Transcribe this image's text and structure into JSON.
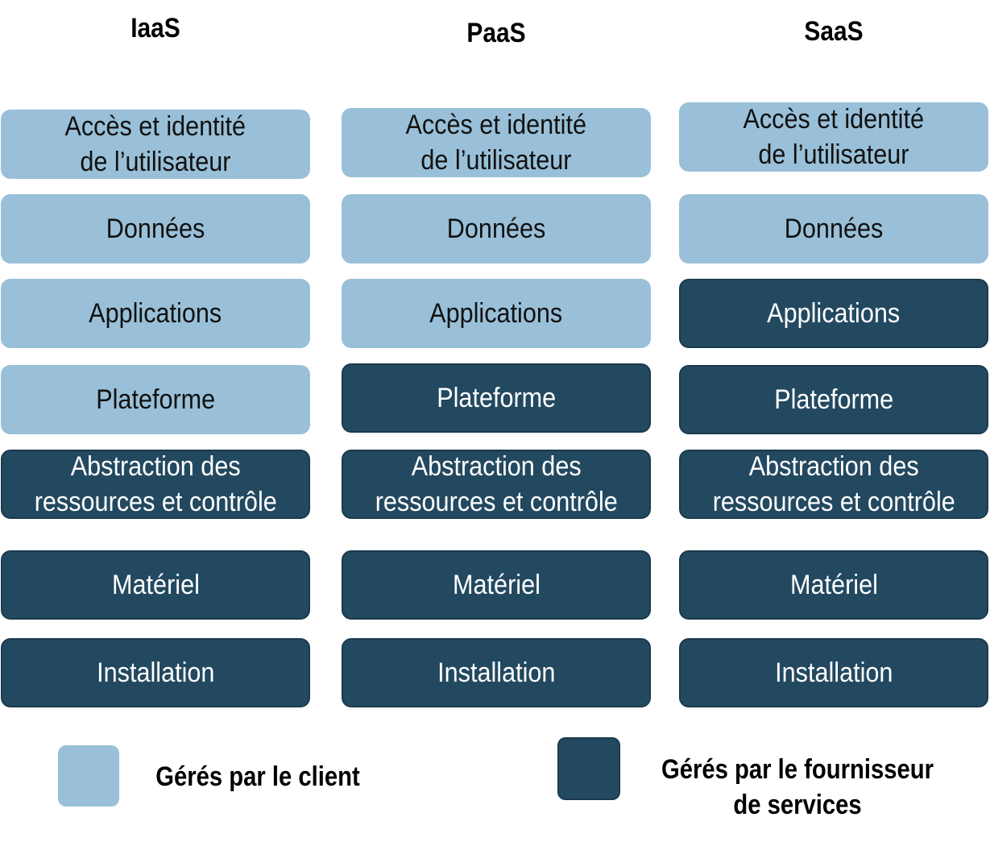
{
  "colors": {
    "client": "#99c0d8",
    "provider": "#234960"
  },
  "columns": [
    {
      "title": "IaaS",
      "layers": [
        {
          "lines": [
            "Accès et identité",
            "de l’utilisateur"
          ],
          "managed_by": "client"
        },
        {
          "lines": [
            "Données"
          ],
          "managed_by": "client"
        },
        {
          "lines": [
            "Applications"
          ],
          "managed_by": "client"
        },
        {
          "lines": [
            "Plateforme"
          ],
          "managed_by": "client"
        },
        {
          "lines": [
            "Abstraction des",
            "ressources et contrôle"
          ],
          "managed_by": "provider"
        },
        {
          "lines": [
            "Matériel"
          ],
          "managed_by": "provider"
        },
        {
          "lines": [
            "Installation"
          ],
          "managed_by": "provider"
        }
      ]
    },
    {
      "title": "PaaS",
      "layers": [
        {
          "lines": [
            "Accès et identité",
            "de l’utilisateur"
          ],
          "managed_by": "client"
        },
        {
          "lines": [
            "Données"
          ],
          "managed_by": "client"
        },
        {
          "lines": [
            "Applications"
          ],
          "managed_by": "client"
        },
        {
          "lines": [
            "Plateforme"
          ],
          "managed_by": "provider"
        },
        {
          "lines": [
            "Abstraction des",
            "ressources et contrôle"
          ],
          "managed_by": "provider"
        },
        {
          "lines": [
            "Matériel"
          ],
          "managed_by": "provider"
        },
        {
          "lines": [
            "Installation"
          ],
          "managed_by": "provider"
        }
      ]
    },
    {
      "title": "SaaS",
      "layers": [
        {
          "lines": [
            "Accès et identité",
            "de l’utilisateur"
          ],
          "managed_by": "client"
        },
        {
          "lines": [
            "Données"
          ],
          "managed_by": "client"
        },
        {
          "lines": [
            "Applications"
          ],
          "managed_by": "provider"
        },
        {
          "lines": [
            "Plateforme"
          ],
          "managed_by": "provider"
        },
        {
          "lines": [
            "Abstraction des",
            "ressources et contrôle"
          ],
          "managed_by": "provider"
        },
        {
          "lines": [
            "Matériel"
          ],
          "managed_by": "provider"
        },
        {
          "lines": [
            "Installation"
          ],
          "managed_by": "provider"
        }
      ]
    }
  ],
  "legend": {
    "client": {
      "lines": [
        "Gérés par le client"
      ]
    },
    "provider": {
      "lines": [
        "Gérés par le fournisseur",
        "de services"
      ]
    }
  }
}
